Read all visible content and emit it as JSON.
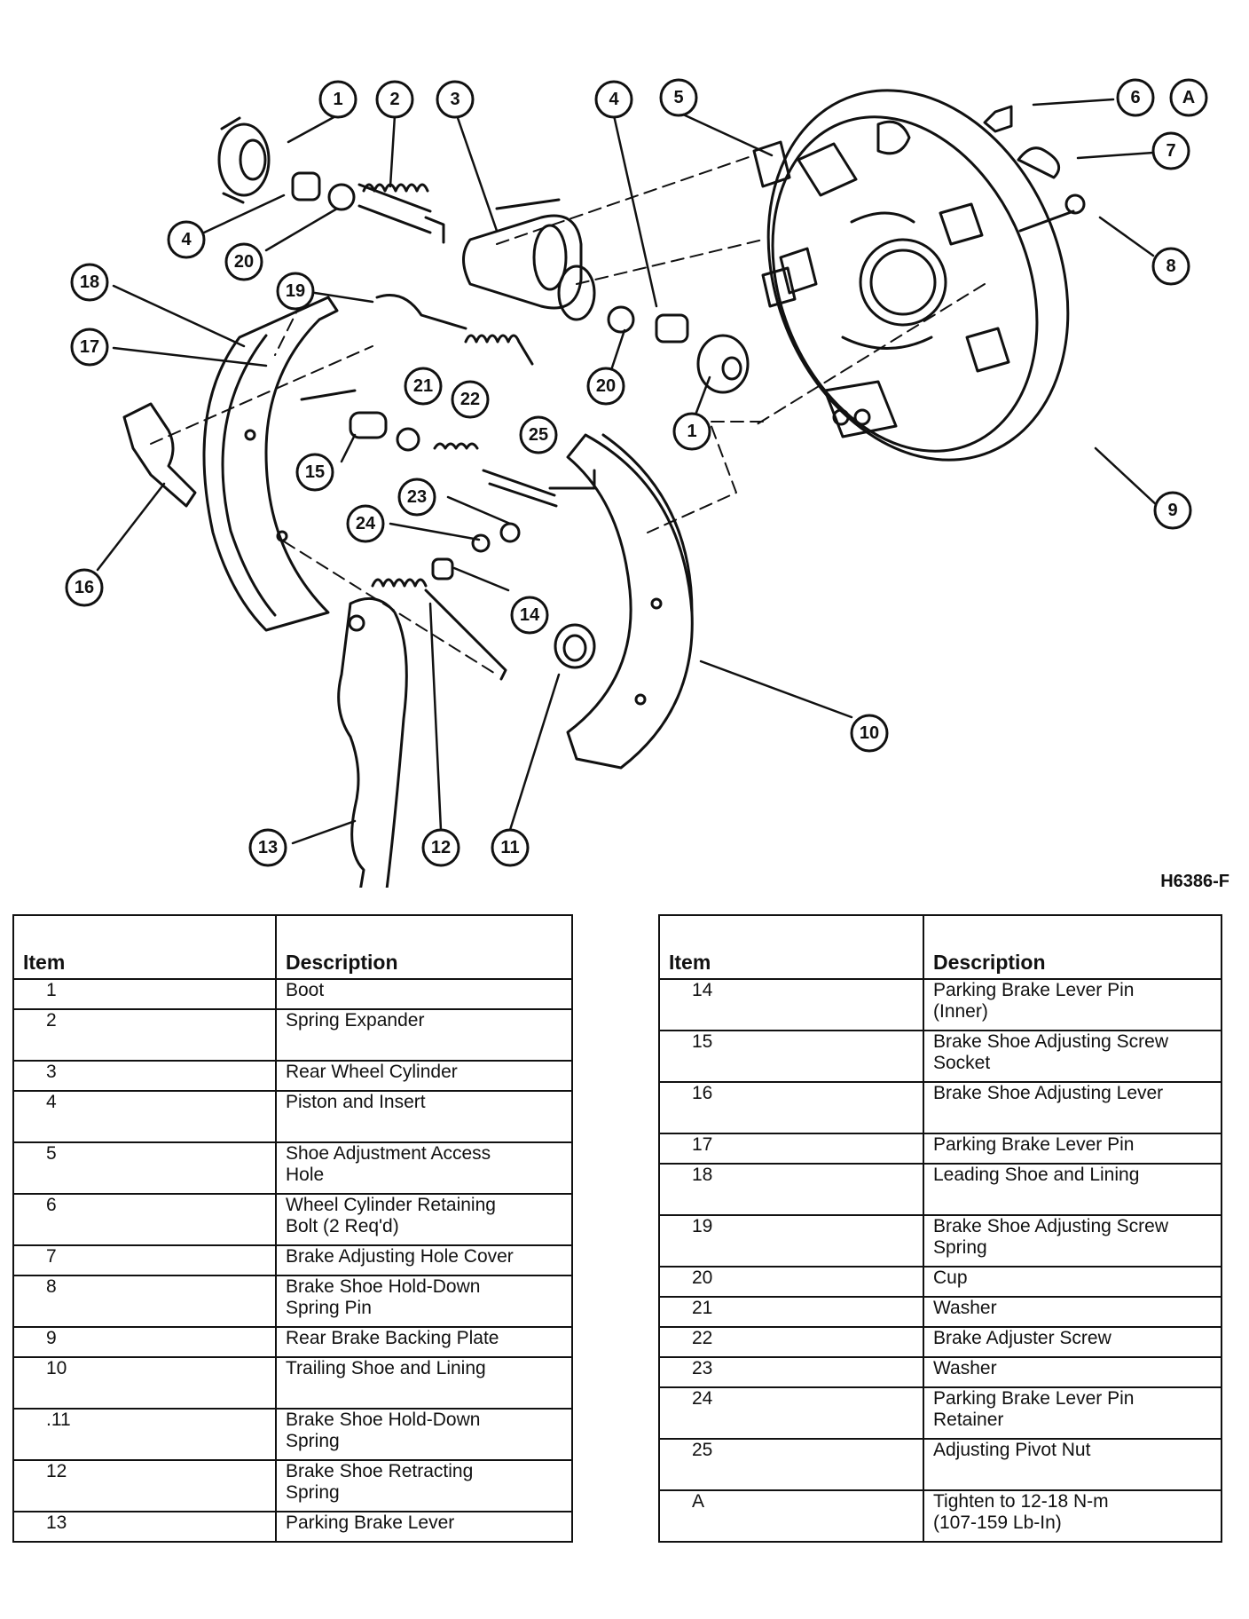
{
  "figure_code": "H6386-F",
  "callouts": [
    "1",
    "2",
    "3",
    "4",
    "5",
    "6",
    "A",
    "7",
    "8",
    "18",
    "17",
    "19",
    "21",
    "22",
    "25",
    "20",
    "1",
    "4",
    "20",
    "15",
    "23",
    "24",
    "14",
    "9",
    "16",
    "10",
    "13",
    "12",
    "11"
  ],
  "table_left": {
    "header": {
      "item": "Item",
      "description": "Description"
    },
    "rows": [
      {
        "item": "1",
        "lines": [
          "Boot"
        ]
      },
      {
        "item": "2",
        "lines": [
          "Spring Expander"
        ]
      },
      {
        "item": "3",
        "lines": [
          "Rear Wheel Cylinder"
        ]
      },
      {
        "item": "4",
        "lines": [
          "Piston and Insert"
        ]
      },
      {
        "item": "5",
        "lines": [
          "Shoe Adjustment Access",
          "Hole"
        ]
      },
      {
        "item": "6",
        "lines": [
          "Wheel Cylinder Retaining",
          "Bolt (2 Req'd)"
        ]
      },
      {
        "item": "7",
        "lines": [
          "Brake Adjusting Hole Cover"
        ]
      },
      {
        "item": "8",
        "lines": [
          "Brake Shoe Hold-Down",
          "Spring Pin"
        ]
      },
      {
        "item": "9",
        "lines": [
          "Rear Brake Backing Plate"
        ]
      },
      {
        "item": "10",
        "lines": [
          "Trailing Shoe and Lining"
        ]
      },
      {
        "item": ".11",
        "lines": [
          "Brake Shoe Hold-Down",
          "Spring"
        ]
      },
      {
        "item": "12",
        "lines": [
          "Brake Shoe Retracting",
          "Spring"
        ]
      },
      {
        "item": "13",
        "lines": [
          "Parking Brake Lever"
        ]
      }
    ]
  },
  "table_right": {
    "header": {
      "item": "Item",
      "description": "Description"
    },
    "rows": [
      {
        "item": "14",
        "lines": [
          "Parking Brake Lever Pin",
          "(Inner)"
        ]
      },
      {
        "item": "15",
        "lines": [
          "Brake Shoe Adjusting Screw",
          "Socket"
        ]
      },
      {
        "item": "16",
        "lines": [
          "Brake Shoe Adjusting Lever"
        ]
      },
      {
        "item": "17",
        "lines": [
          "Parking Brake Lever Pin"
        ]
      },
      {
        "item": "18",
        "lines": [
          "Leading Shoe and Lining"
        ]
      },
      {
        "item": "19",
        "lines": [
          "Brake Shoe Adjusting Screw",
          "Spring"
        ]
      },
      {
        "item": "20",
        "lines": [
          "Cup"
        ]
      },
      {
        "item": "21",
        "lines": [
          "Washer"
        ]
      },
      {
        "item": "22",
        "lines": [
          "Brake Adjuster Screw"
        ]
      },
      {
        "item": "23",
        "lines": [
          "Washer"
        ]
      },
      {
        "item": "24",
        "lines": [
          "Parking Brake Lever Pin",
          "Retainer"
        ]
      },
      {
        "item": "25",
        "lines": [
          "Adjusting Pivot Nut"
        ]
      },
      {
        "item": "A",
        "lines": [
          "Tighten to 12-18 N-m",
          "(107-159 Lb-In)"
        ]
      }
    ]
  }
}
